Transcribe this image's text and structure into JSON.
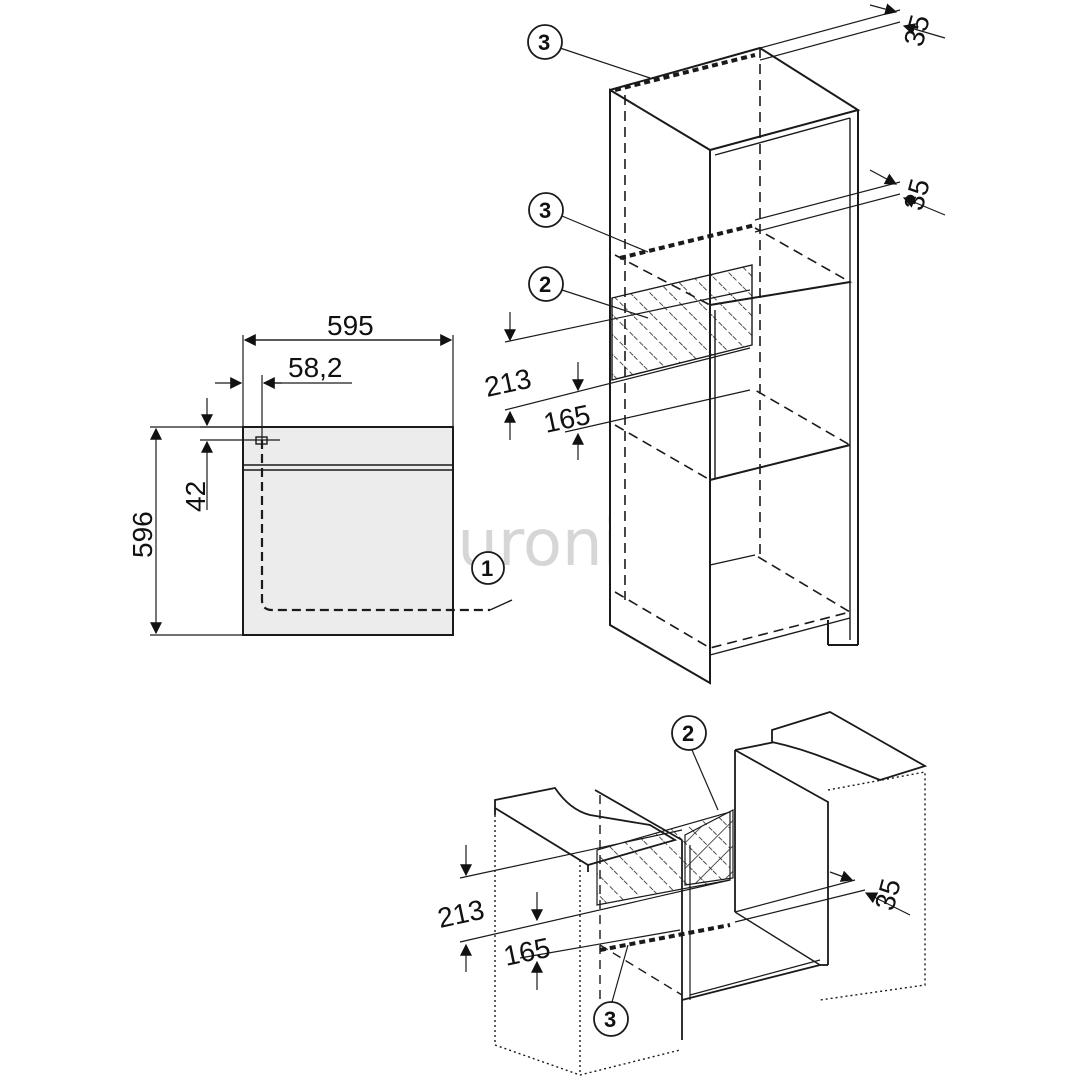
{
  "watermark": {
    "text": "euronics",
    "icon": "star-icon",
    "color": "#d4d4d4"
  },
  "oven_front": {
    "width": "595",
    "offset": "58,2",
    "gap": "42",
    "height": "596",
    "callout": "1"
  },
  "tall_cabinet": {
    "top_vent": "35",
    "mid_vent": "35",
    "opening": "213",
    "lower": "165",
    "callout_top": "3",
    "callout_mid": "3",
    "callout_vent": "2"
  },
  "base_cabinet": {
    "opening": "213",
    "lower": "165",
    "vent": "35",
    "callout_vent": "2",
    "callout_bottom": "3"
  },
  "colors": {
    "line": "#1a1a1a",
    "oven_fill": "#ececec",
    "hatch": "#222222"
  }
}
